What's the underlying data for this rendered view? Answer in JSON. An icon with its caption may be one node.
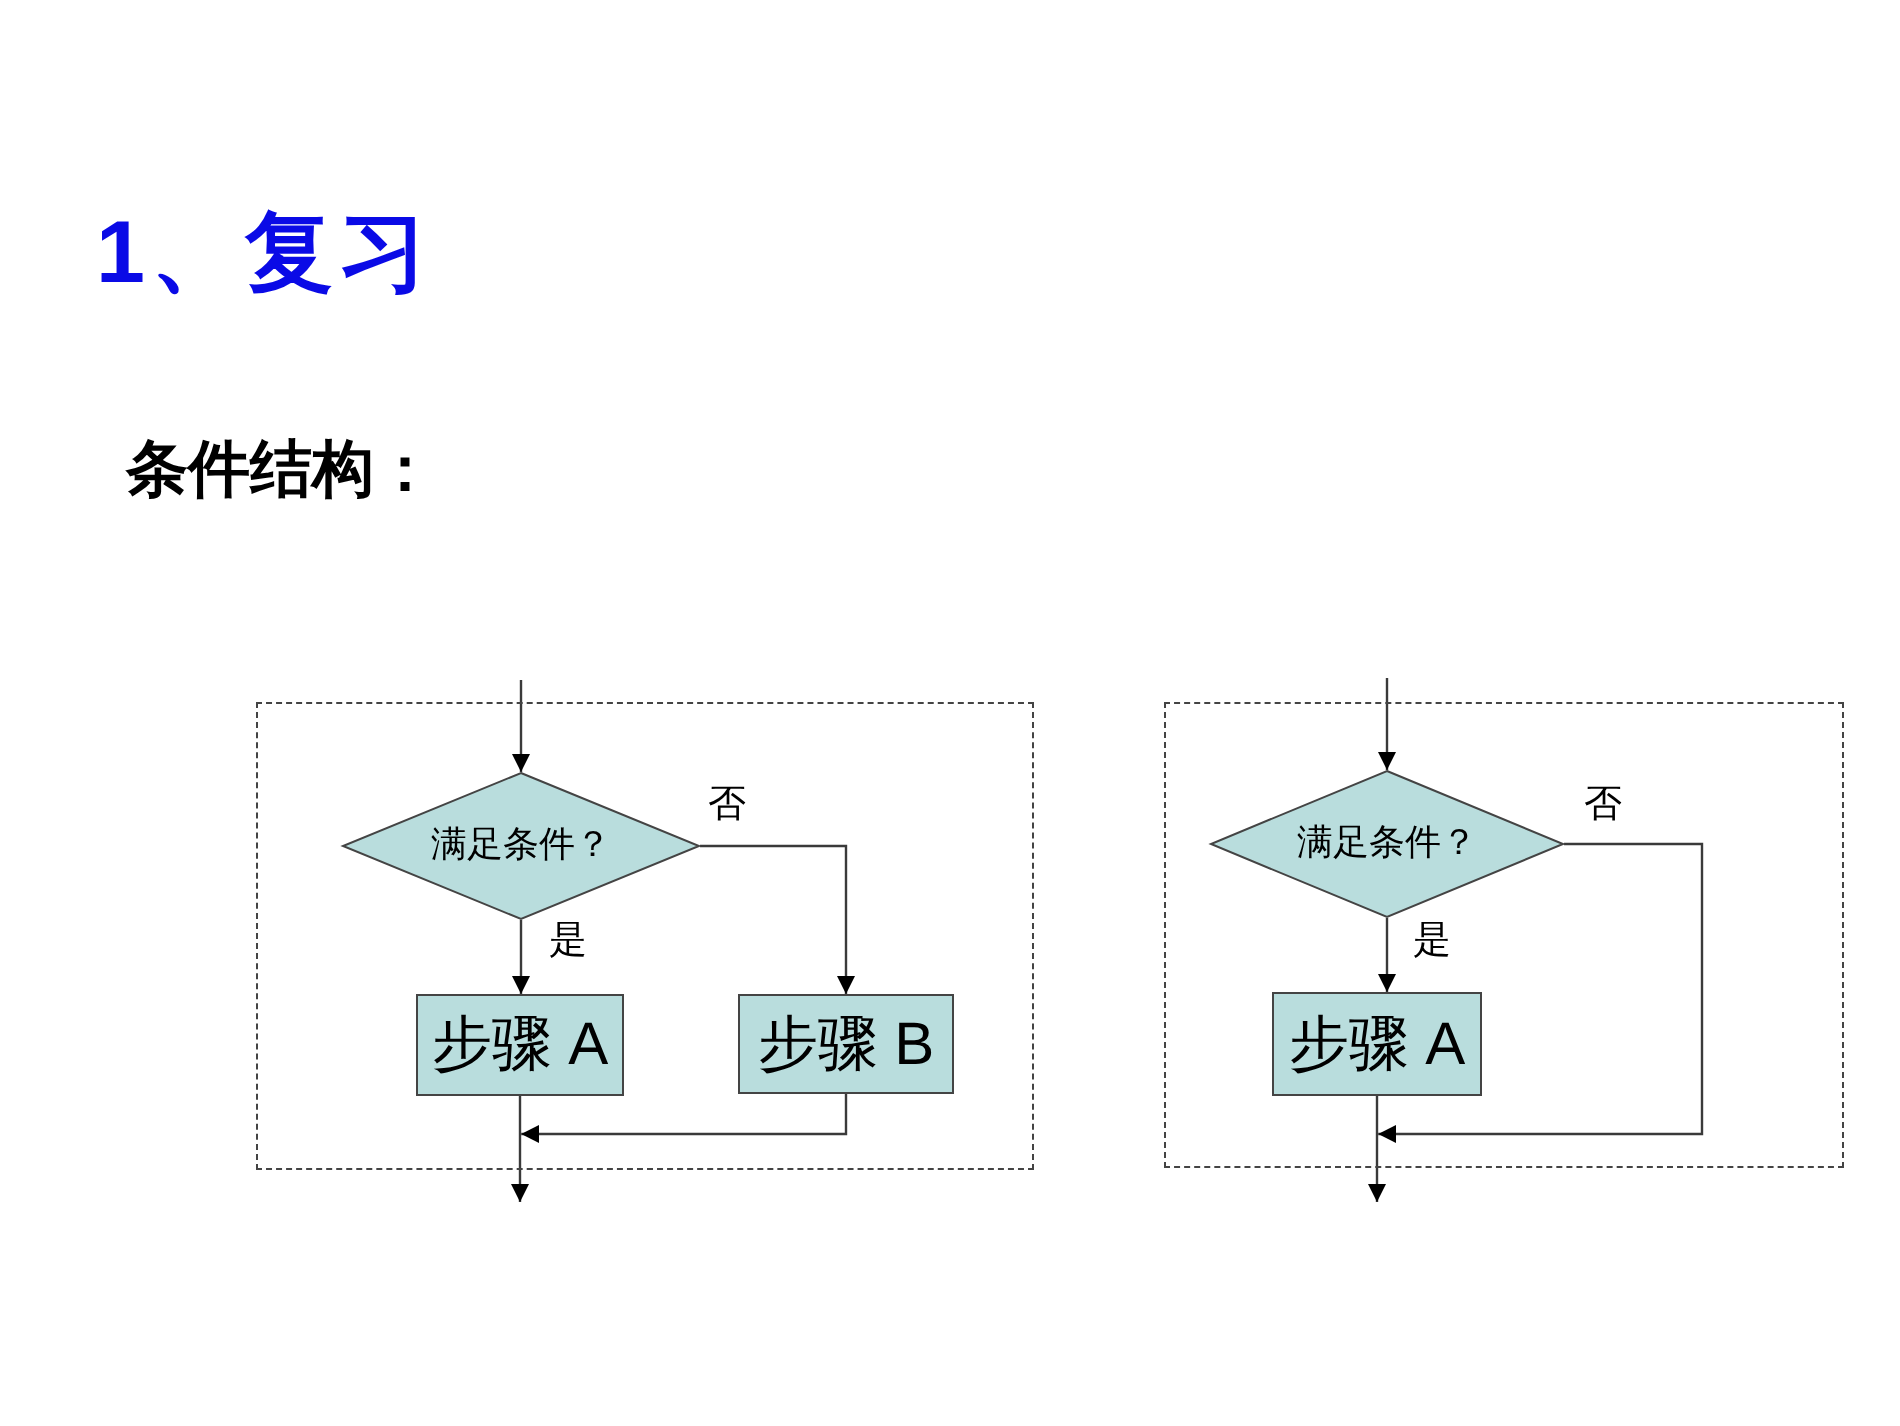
{
  "diagram": {
    "title": "1、复习",
    "nodes": [
      {
        "text": [],
        "shape": "box"
      },
      {
        "text": [
          "满足条件？"
        ],
        "in": 0
      },
      {
        "text": [
          "步骤 A"
        ],
        "in": 0
      },
      {
        "text": [
          "步骤 B"
        ],
        "in": 0
      },
      {
        "text": [],
        "shape": "box"
      },
      {
        "text": [
          "满足条件？"
        ],
        "in": 4
      },
      {
        "text": [
          "步骤 A"
        ],
        "in": 4
      }
    ],
    "edges": [
      {
        "from": null,
        "to": 1,
        "arrow": "to"
      },
      {
        "from": 1,
        "to": 2,
        "arrow": "to",
        "label": "是"
      },
      {
        "from": 1,
        "to": 3,
        "arrow": "to",
        "label": "否"
      },
      {
        "from": 2,
        "to": null,
        "arrow": "to"
      },
      {
        "from": 3,
        "to": null,
        "arrow": "to"
      },
      {
        "from": null,
        "to": 5,
        "arrow": "to"
      },
      {
        "from": 5,
        "to": 6,
        "arrow": "to",
        "label": "是"
      },
      {
        "from": 5,
        "to": null,
        "arrow": "to",
        "label": "否"
      },
      {
        "from": 6,
        "to": null,
        "arrow": "to"
      }
    ],
    "labels": [
      "条件结构："
    ]
  }
}
